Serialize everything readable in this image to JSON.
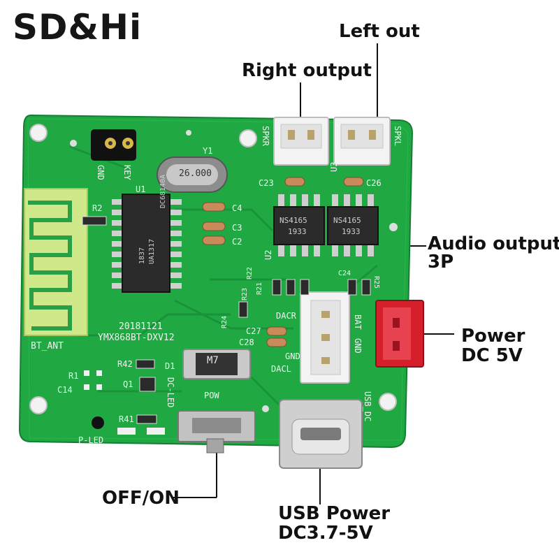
{
  "brand": {
    "text": "SD&Hi",
    "accent_color": "#d9262b"
  },
  "callouts": {
    "left_out": "Left out",
    "right_output": "Right output",
    "audio_output_line1": "Audio output",
    "audio_output_line2": "3P",
    "power_line1": "Power",
    "power_line2": "DC 5V",
    "switch": "OFF/ON",
    "usb_line1": "USB Power",
    "usb_line2": "DC3.7-5V"
  },
  "board": {
    "pcb_color": "#20a843",
    "crystal": "26.000",
    "chip_main_line1": "DC68140A",
    "chip_main_line2": "UA1317",
    "chip_main_line3": "1837",
    "amp_chip_text": "NS4165",
    "amp_chip_date": "1933",
    "diode_text": "M7",
    "silk": {
      "gnd": "GND",
      "key": "KEY",
      "y1": "Y1",
      "u1": "U1",
      "r2": "R2",
      "c4": "C4",
      "c3": "C3",
      "c2": "C2",
      "spkr": "SPKR",
      "spkl": "SPKL",
      "c23": "C23",
      "c26": "C26",
      "u3": "U3",
      "u2": "U2",
      "r22": "R22",
      "r21": "R21",
      "r23": "R23",
      "c24": "C24",
      "r25": "R25",
      "r24": "R24",
      "c27": "C27",
      "c28": "C28",
      "dacr": "DACR",
      "dacl": "DACL",
      "gnd2": "GND",
      "bat": "BAT",
      "gnd3": "GND",
      "date": "20181121",
      "model": "YMX868BT-DXV12",
      "bt_ant": "BT_ANT",
      "r42": "R42",
      "r1": "R1",
      "c14": "C14",
      "q1": "Q1",
      "r41": "R41",
      "d1": "D1",
      "dc_led": "DC-LED",
      "pow": "POW",
      "p_led": "P-LED",
      "usb_dc": "USB_DC"
    }
  }
}
